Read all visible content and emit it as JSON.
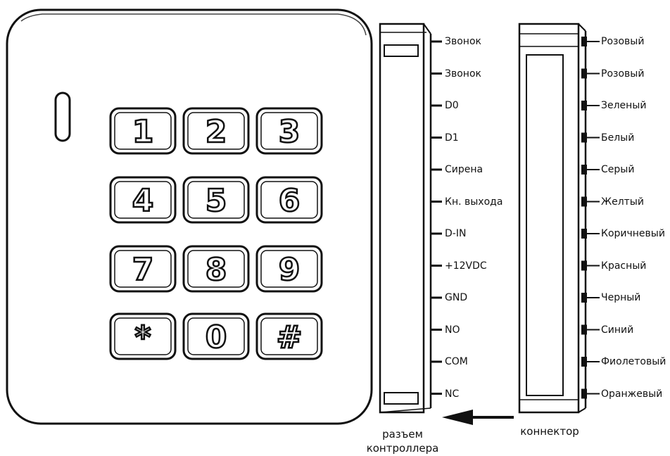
{
  "keypad": {
    "keys": [
      "1",
      "2",
      "3",
      "4",
      "5",
      "6",
      "7",
      "8",
      "9",
      "*",
      "0",
      "#"
    ]
  },
  "controller_connector": {
    "pins": [
      "Звонок",
      "Звонок",
      "D0",
      "D1",
      "Сирена",
      "Кн. выхода",
      "D-IN",
      "+12VDC",
      "GND",
      "NO",
      "COM",
      "NC"
    ],
    "caption_line1": "разъем",
    "caption_line2": "контроллера"
  },
  "cable_connector": {
    "wires": [
      "Розовый",
      "Розовый",
      "Зеленый",
      "Белый",
      "Серый",
      "Желтый",
      "Коричневый",
      "Красный",
      "Черный",
      "Синий",
      "Фиолетовый",
      "Оранжевый"
    ],
    "caption": "коннектор"
  },
  "arrow_icon": "arrow-left-icon"
}
